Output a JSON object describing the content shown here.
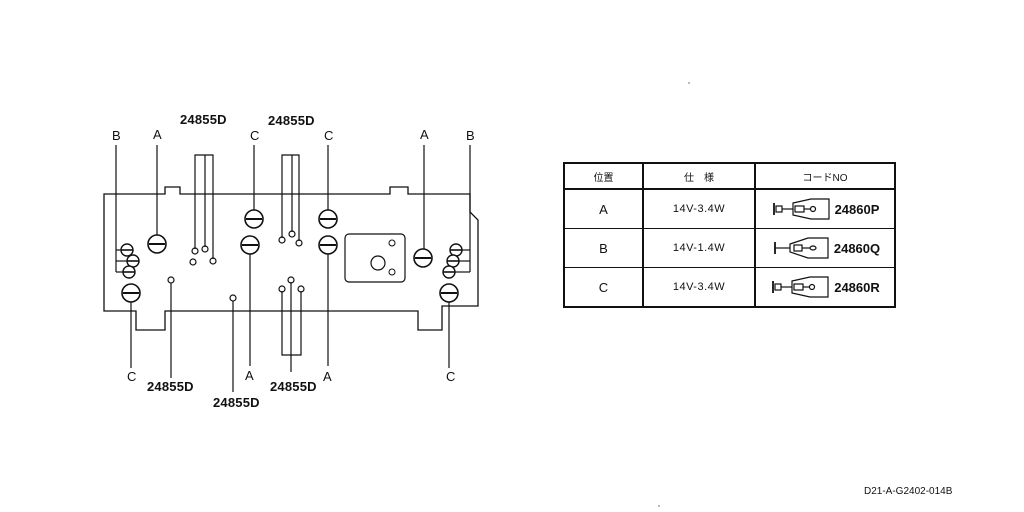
{
  "diagram": {
    "bulb_labels": {
      "left_b": "B",
      "left_a": "A",
      "top_c_left": "C",
      "top_c_right": "C",
      "right_a": "A",
      "right_b": "B",
      "bottom_c_left": "C",
      "bottom_a_mid": "A",
      "bottom_a_right": "A",
      "bottom_c_right": "C"
    },
    "part_labels": {
      "top_left": "24855D",
      "top_right": "24855D",
      "bottom_left": "24855D",
      "bottom_mid": "24855D",
      "bottom_right": "24855D"
    }
  },
  "table": {
    "headers": [
      "位置",
      "仕　様",
      "コードNO"
    ],
    "rows": [
      {
        "position": "A",
        "spec": "14V-3.4W",
        "code": "24860P"
      },
      {
        "position": "B",
        "spec": "14V-1.4W",
        "code": "24860Q"
      },
      {
        "position": "C",
        "spec": "14V-3.4W",
        "code": "24860R"
      }
    ]
  },
  "footer": {
    "code": "D21-A-G2402-014B"
  }
}
